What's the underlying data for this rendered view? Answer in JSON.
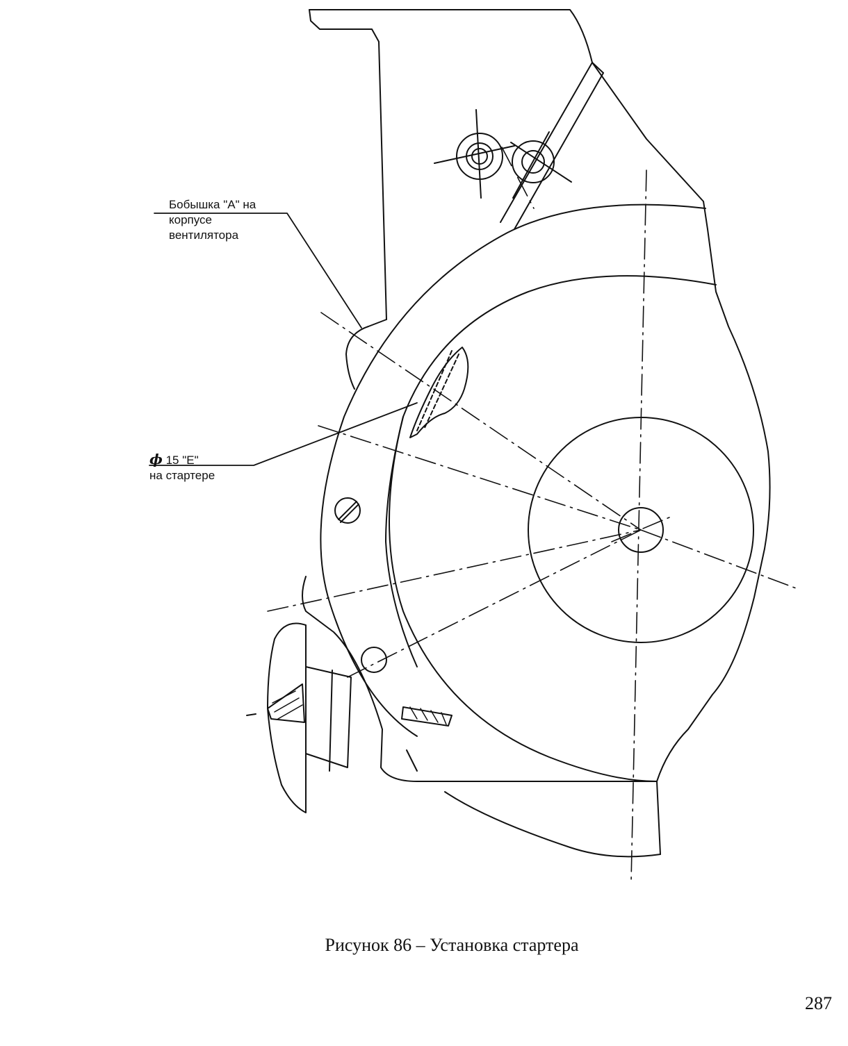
{
  "labels": {
    "boss_a": {
      "line1": "Бобышка \"А\" на",
      "line2": "корпусе",
      "line3": "вентилятора"
    },
    "hole_e": {
      "symbol": "ϕ",
      "text": "15  \"Е\"",
      "line2": "на стартере"
    }
  },
  "caption": "Рисунок 86 – Установка стартера",
  "page_number": "287"
}
